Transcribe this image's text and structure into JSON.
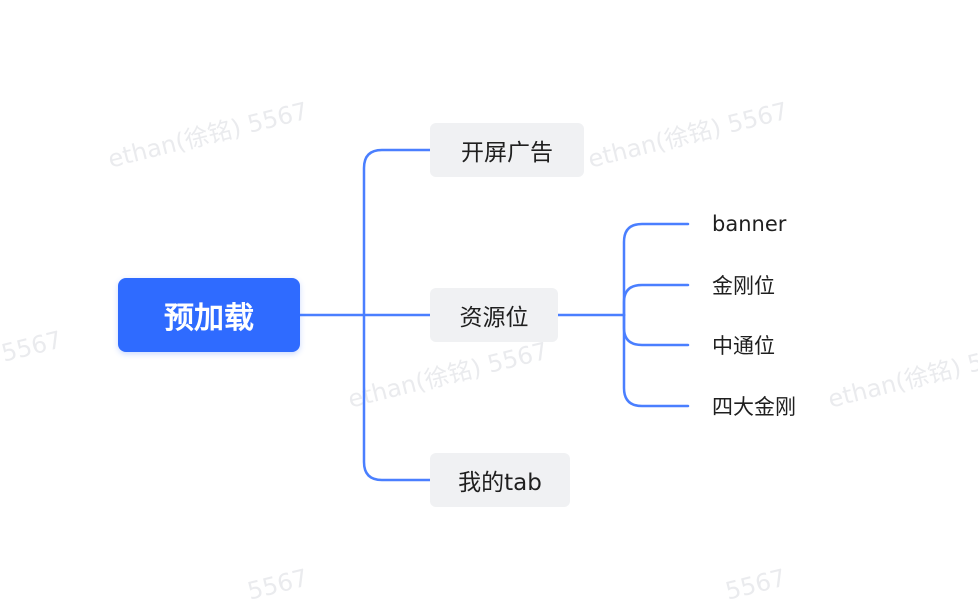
{
  "diagram": {
    "root": {
      "label": "预加载"
    },
    "branches": [
      {
        "label": "开屏广告"
      },
      {
        "label": "资源位"
      },
      {
        "label": "我的tab"
      }
    ],
    "leaves": [
      {
        "label": "banner"
      },
      {
        "label": "金刚位"
      },
      {
        "label": "中通位"
      },
      {
        "label": "四大金刚"
      }
    ],
    "line_color": "#4a7fff",
    "root_color": "#2f6bff",
    "branch_bg": "#f0f1f3"
  },
  "watermark": {
    "text": "ethan(徐铭) 5567",
    "partial_text": "5567"
  }
}
